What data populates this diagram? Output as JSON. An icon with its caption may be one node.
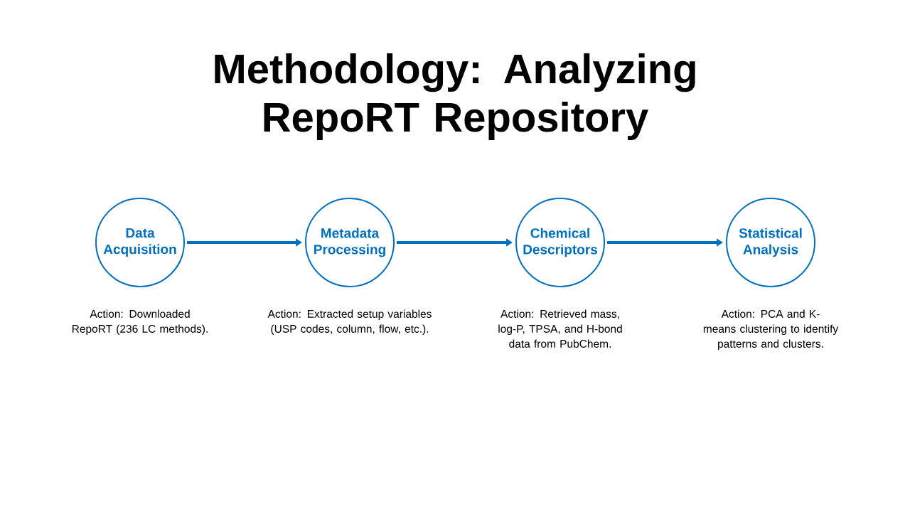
{
  "diagram": {
    "title": "Methodology: Analyzing RepoRT Repository",
    "nodes": [
      {
        "text": [
          "Data Acquisition"
        ],
        "beside": [
          "Action: Downloaded RepoRT (236 LC methods)."
        ]
      },
      {
        "text": [
          "Metadata Processing"
        ],
        "beside": [
          "Action: Extracted setup variables (USP codes, column, flow, etc.)."
        ]
      },
      {
        "text": [
          "Chemical Descriptors"
        ],
        "beside": [
          "Action: Retrieved mass, log-P, TPSA, and H-bond data from PubChem."
        ]
      },
      {
        "text": [
          "Statistical Analysis"
        ],
        "beside": [
          "Action: PCA and K-means clustering to identify patterns and clusters."
        ]
      }
    ],
    "edges": [
      {
        "from": 0,
        "to": 1,
        "arrow": "to"
      },
      {
        "from": 1,
        "to": 2,
        "arrow": "to"
      },
      {
        "from": 2,
        "to": 3,
        "arrow": "to"
      }
    ]
  }
}
